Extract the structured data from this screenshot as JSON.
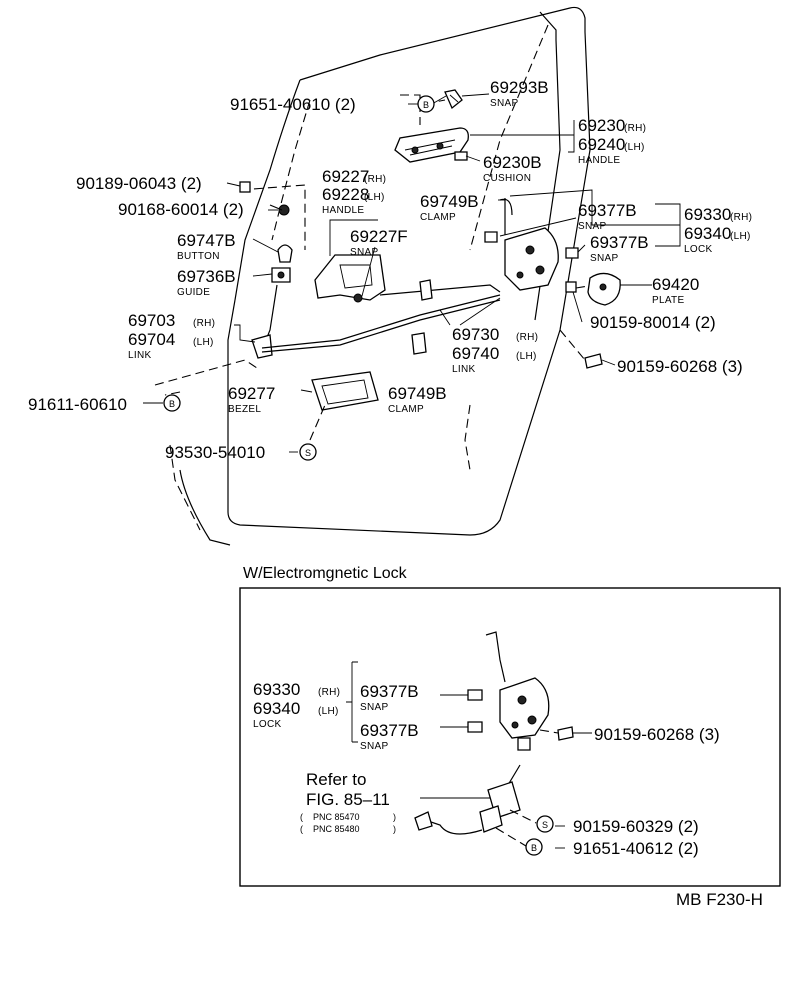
{
  "labels": {
    "p91651_40610": "91651-40610 (2)",
    "p90189": "90189-06043 (2)",
    "p90168": "90168-60014 (2)",
    "p69293B": "69293B",
    "snap": "SNAP",
    "p69230": "69230",
    "rh": "(RH)",
    "lh": "(LH)",
    "p69240": "69240",
    "handle": "HANDLE",
    "p69230B": "69230B",
    "cushion": "CUSHION",
    "p69227": "69227",
    "p69228": "69228",
    "p69749B": "69749B",
    "clamp": "CLAMP",
    "p69377B": "69377B",
    "p69330": "69330",
    "p69340": "69340",
    "lock": "LOCK",
    "p69747B": "69747B",
    "button": "BUTTON",
    "p69227F": "69227F",
    "p69736B": "69736B",
    "guide": "GUIDE",
    "p69420": "69420",
    "plate": "PLATE",
    "p69703": "69703",
    "p69704": "69704",
    "link": "LINK",
    "p90159_80014": "90159-80014 (2)",
    "p69730": "69730",
    "p69740": "69740",
    "p90159_60268": "90159-60268 (3)",
    "p91611": "91611-60610",
    "p69277": "69277",
    "bezel": "BEZEL",
    "p93530": "93530-54010",
    "b": "B",
    "s": "S"
  },
  "inset": {
    "title": "W/Electromgnetic Lock",
    "refer1": "Refer to",
    "refer2": "FIG. 85–11",
    "pnc1": "PNC 85470",
    "pnc2": "PNC 85480",
    "p90159_60268": "90159-60268 (3)",
    "p90159_60329": "90159-60329 (2)",
    "p91651_40612": "91651-40612 (2)"
  },
  "footer": {
    "code": "MB F230-H"
  }
}
